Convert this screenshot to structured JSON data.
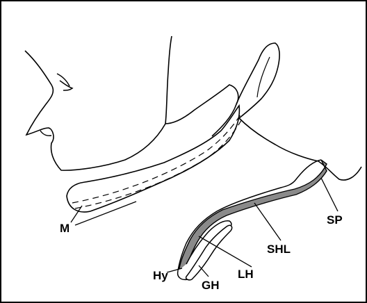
{
  "labels": {
    "m": "M",
    "sp": "SP",
    "shl": "SHL",
    "lh": "LH",
    "hy": "Hy",
    "gh": "GH"
  },
  "colors": {
    "line": "#000000",
    "ligament_fill": "#8a8a8a",
    "background": "#ffffff"
  }
}
